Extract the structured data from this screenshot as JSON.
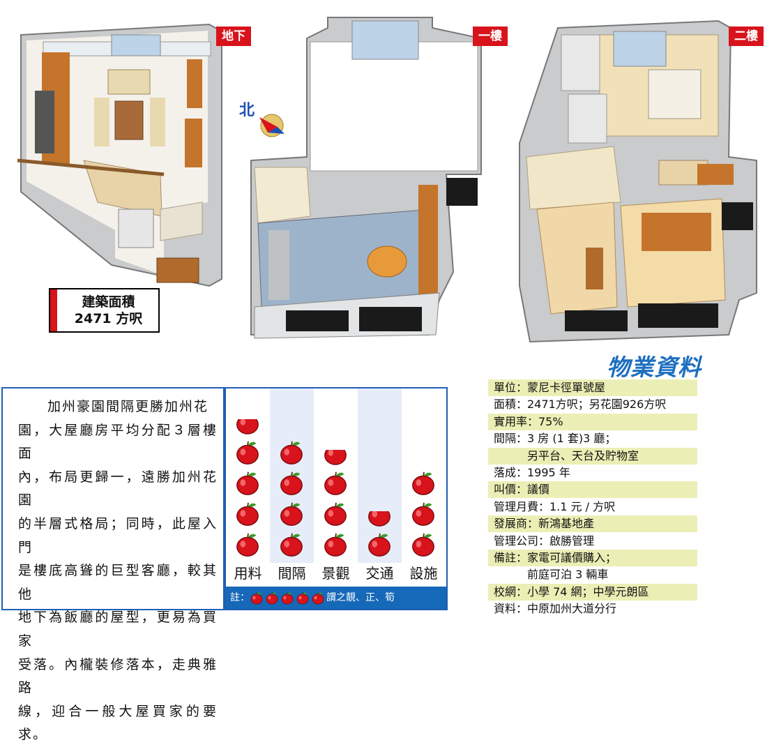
{
  "floor_labels": {
    "basement": "地下",
    "first": "一樓",
    "second": "二樓"
  },
  "compass": {
    "label": "北"
  },
  "area_box": {
    "title": "建築面積",
    "value": "2471 方呎"
  },
  "description": [
    "　　加州豪園間隔更勝加州花",
    "園，大屋廳房平均分配３層樓面",
    "內，布局更歸一，遠勝加州花園",
    "的半層式格局；同時，此屋入門",
    "是樓底高聳的巨型客廳，較其他",
    "地下為飯廳的屋型，更易為買家",
    "受落。內櫳裝修落本，走典雅路",
    "線，迎合一般大屋買家的要求。"
  ],
  "rating": {
    "categories": [
      "用料",
      "間隔",
      "景觀",
      "交通",
      "設施"
    ],
    "scores": [
      4.5,
      4,
      3.5,
      1.5,
      3
    ],
    "max": 5,
    "note_prefix": "註：",
    "note_suffix": "謂之靚、正、筍"
  },
  "info": {
    "title": "物業資料",
    "rows": [
      "單位：蒙尼卡徑單號屋",
      "面積：2471方呎；另花園926方呎",
      "實用率：75%",
      "間隔：3 房 (1 套)3 廳；",
      "　　　另平台、天台及貯物室",
      "落成：1995 年",
      "叫價：議價",
      "管理月費：1.1 元 / 方呎",
      "發展商：新鴻基地產",
      "管理公司：啟勝管理",
      "備註：家電可議價購入；",
      "　　　前庭可泊 3 輛車",
      "校網：小學 74 網；中學元朗區",
      "資料：中原加州大道分行"
    ]
  },
  "colors": {
    "accent_red": "#d8131b",
    "accent_blue": "#1668b8",
    "info_band": "#ecefb5"
  }
}
